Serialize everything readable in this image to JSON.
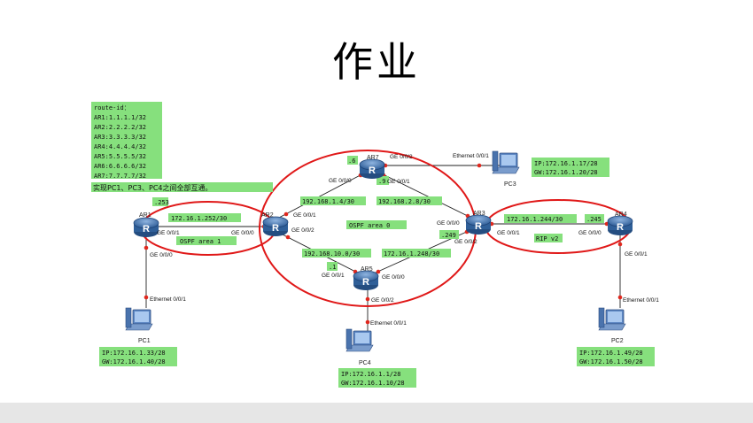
{
  "slide": {
    "title": "作业"
  },
  "route_id_box": [
    "route-id：",
    "AR1:1.1.1.1/32",
    "AR2:2.2.2.2/32",
    "AR3:3.3.3.3/32",
    "AR4:4.4.4.4/32",
    "AR5:5.5.5.5/32",
    "AR6:6.6.6.6/32",
    "AR7:7.7.7.7/32"
  ],
  "note": "实现PC1、PC3、PC4之间全部互通。",
  "routers": {
    "ar1": "AR1",
    "ar2": "AR2",
    "ar3": "AR3",
    "ar4": "AR4",
    "ar5": "AR5",
    "ar7": "AR7"
  },
  "pcs": {
    "pc1": "PC1",
    "pc2": "PC2",
    "pc3": "PC3",
    "pc4": "PC4"
  },
  "ports": {
    "ar1_g000": "GE 0/0/0",
    "ar1_g001": "GE 0/0/1",
    "ar2_g000": "GE 0/0/0",
    "ar2_g001": "GE 0/0/1",
    "ar2_g002": "GE 0/0/2",
    "ar7_g000": "GE 0/0/0",
    "ar7_g001": "GE 0/0/1",
    "ar7_g002": "GE 0/0/2",
    "ar3_g000": "GE 0/0/0",
    "ar3_g001": "GE 0/0/1",
    "ar3_g002": "GE 0/0/2",
    "ar4_g000": "GE 0/0/0",
    "ar4_g001": "GE 0/0/1",
    "ar5_g000": "GE 0/0/0",
    "ar5_g001": "GE 0/0/1",
    "ar5_g002": "GE 0/0/2",
    "pc1_eth": "Ethernet 0/0/1",
    "pc2_eth": "Ethernet 0/0/1",
    "pc3_eth": "Ethernet 0/0/1",
    "pc4_eth": "Ethernet 0/0/1"
  },
  "labels": {
    "ar1_host": ".253",
    "net_ar1_ar2": "172.16.1.252/30",
    "ospf_area1": "OSPF  area 1",
    "ar7_host": ".6",
    "ar7_host2": ".9",
    "net_ar2_ar7": "192.168.1.4/30",
    "net_ar7_ar3": "192.168.2.8/30",
    "ospf_area0": "OSPF  area 0",
    "net_ar2_ar5": "192.168.10.0/30",
    "net_ar5_ar3": "172.16.1.248/30",
    "ar3_host": ".249",
    "ar5_host": ".1",
    "net_ar3_ar4": "172.16.1.244/30",
    "ar4_host": ".245",
    "rip_v2": "RIP v2"
  },
  "pc_info": {
    "pc1_ip": "IP:172.16.1.33/28",
    "pc1_gw": "GW:172.16.1.40/28",
    "pc2_ip": "IP:172.16.1.49/28",
    "pc2_gw": "GW:172.16.1.50/28",
    "pc3_ip": "IP:172.16.1.17/28",
    "pc3_gw": "GW:172.16.1.20/28",
    "pc4_ip": "IP:172.16.1.1/28",
    "pc4_gw": "GW:172.16.1.10/28"
  },
  "colors": {
    "label_bg": "#86e07d",
    "ellipse": "#e01818",
    "router": "#3f6fa8",
    "port_dot": "#e0281e"
  }
}
